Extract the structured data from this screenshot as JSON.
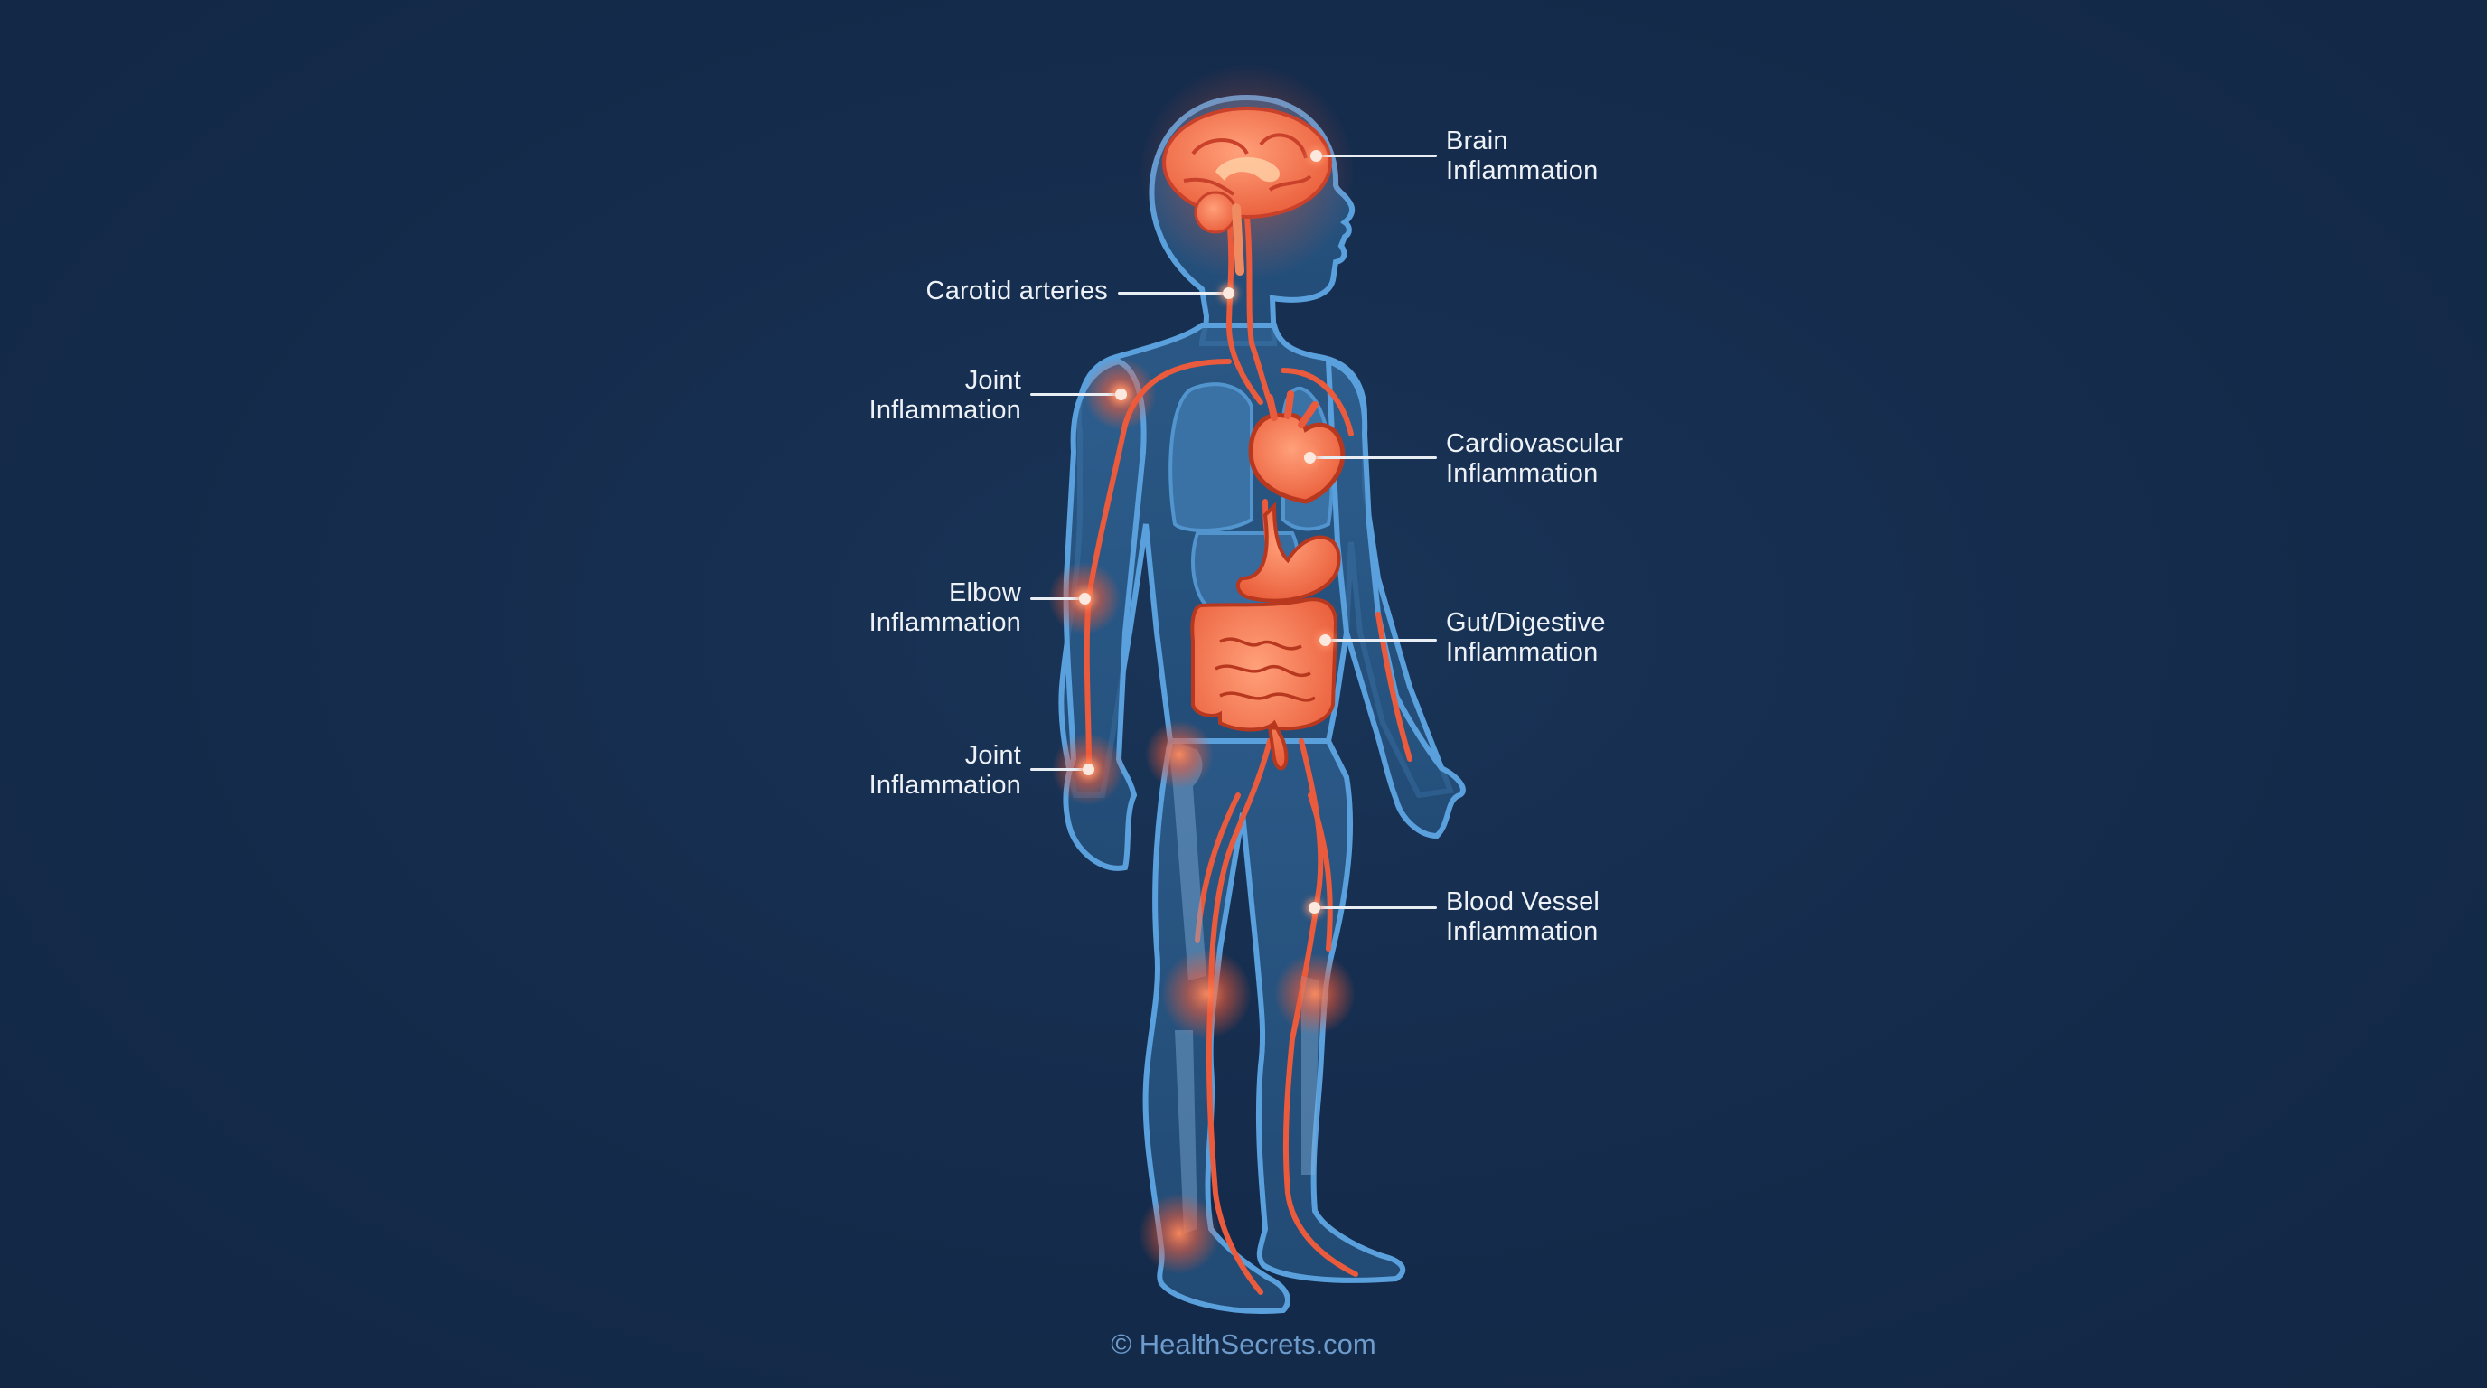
{
  "diagram": {
    "type": "anatomical-illustration",
    "subject": "Human body inflammation sites",
    "colors": {
      "background": "#142a4a",
      "body_outline": "#5aa0dc",
      "body_fill": "#2a5580",
      "inflammation": "#f06a45",
      "label_text": "#eef2f7",
      "footer_text": "#6d9ccc"
    },
    "labels": [
      {
        "id": "brain",
        "line1": "Brain",
        "line2": "Inflammation",
        "side": "right"
      },
      {
        "id": "carotid",
        "line1": "Carotid arteries",
        "line2": "",
        "side": "left"
      },
      {
        "id": "shoulder-joint",
        "line1": "Joint",
        "line2": "Inflammation",
        "side": "left"
      },
      {
        "id": "cardiovascular",
        "line1": "Cardiovascular",
        "line2": "Inflammation",
        "side": "right"
      },
      {
        "id": "elbow",
        "line1": "Elbow",
        "line2": "Inflammation",
        "side": "left"
      },
      {
        "id": "gut",
        "line1": "Gut/Digestive",
        "line2": "Inflammation",
        "side": "right"
      },
      {
        "id": "wrist-joint",
        "line1": "Joint",
        "line2": "Inflammation",
        "side": "left"
      },
      {
        "id": "blood-vessel",
        "line1": "Blood Vessel",
        "line2": "Inflammation",
        "side": "right"
      }
    ],
    "footer": "© HealthSecrets.com"
  }
}
